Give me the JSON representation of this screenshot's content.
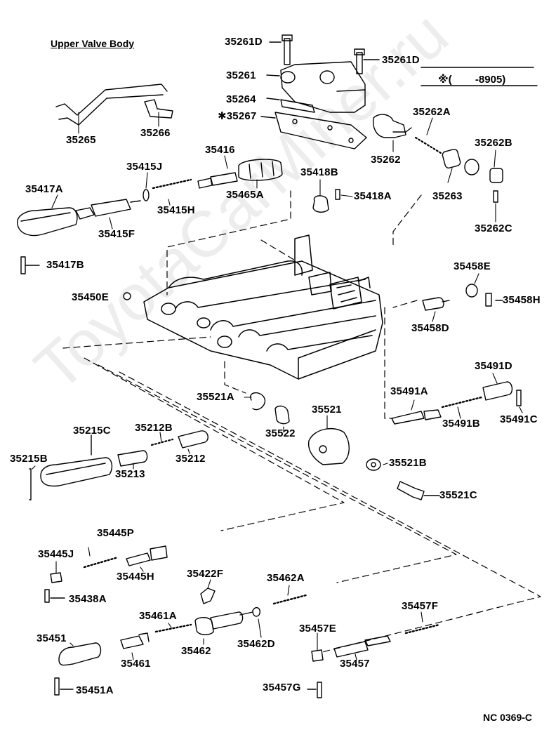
{
  "title": "Upper Valve Body",
  "note": "※(        -8905)",
  "code": "NC 0369-C",
  "watermark": "ToyotaCarMiner.ru",
  "parts": {
    "p35261D_a": "35261D",
    "p35261D_b": "35261D",
    "p35261": "35261",
    "p35264": "35264",
    "p35267": "✱35267",
    "p35262A": "35262A",
    "p35262": "35262",
    "p35262B": "35262B",
    "p35263": "35263",
    "p35262C": "35262C",
    "p35265": "35265",
    "p35266": "35266",
    "p35416": "35416",
    "p35415J": "35415J",
    "p35417A": "35417A",
    "p35415H": "35415H",
    "p35465A": "35465A",
    "p35418B": "35418B",
    "p35418A": "35418A",
    "p35415F": "35415F",
    "p35417B": "35417B",
    "p35450E": "35450E",
    "p35458E": "35458E",
    "p35458H": "35458H",
    "p35458D": "35458D",
    "p35491D": "35491D",
    "p35491A": "35491A",
    "p35491B": "35491B",
    "p35491C": "35491C",
    "p35521A": "35521A",
    "p35521": "35521",
    "p35522": "35522",
    "p35521B": "35521B",
    "p35521C": "35521C",
    "p35215C": "35215C",
    "p35212B": "35212B",
    "p35215B": "35215B",
    "p35213": "35213",
    "p35212": "35212",
    "p35445P": "35445P",
    "p35445J": "35445J",
    "p35445H": "35445H",
    "p35438A": "35438A",
    "p35422F": "35422F",
    "p35462A": "35462A",
    "p35461A": "35461A",
    "p35451": "35451",
    "p35461": "35461",
    "p35462": "35462",
    "p35462D": "35462D",
    "p35457E": "35457E",
    "p35457F": "35457F",
    "p35457": "35457",
    "p35451A": "35451A",
    "p35457G": "35457G"
  }
}
